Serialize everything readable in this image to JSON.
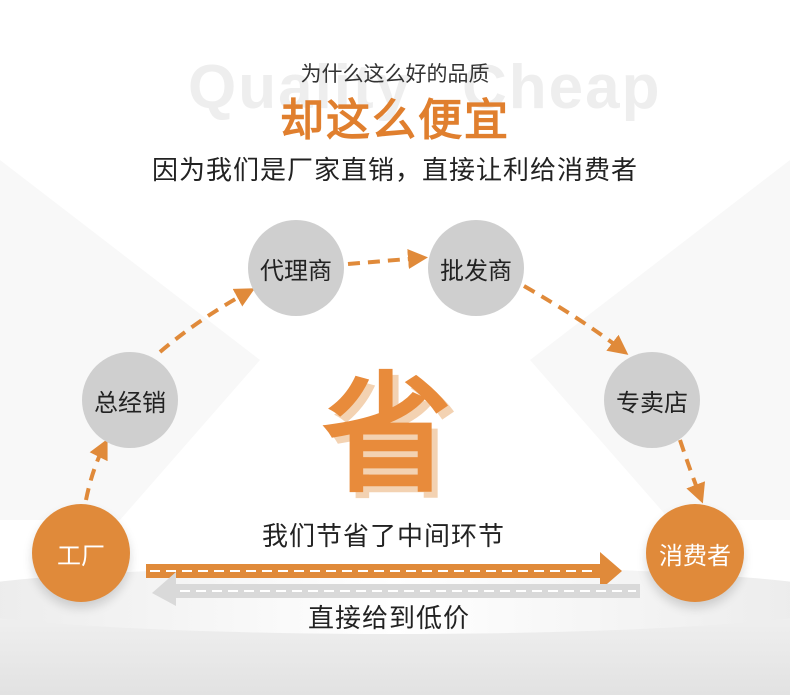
{
  "header": {
    "watermark_left": "Quality",
    "watermark_right": "Cheap",
    "subtitle": "为什么这么好的品质",
    "title": "却这么便宜",
    "slogan": "因为我们是厂家直销，直接让利给消费者"
  },
  "nodes": {
    "factory": "工厂",
    "distributor": "总经销",
    "agent": "代理商",
    "wholesaler": "批发商",
    "retailer": "专卖店",
    "consumer": "消费者"
  },
  "center_char": "省",
  "arrows": {
    "top_label": "我们节省了中间环节",
    "bottom_label": "直接给到低价"
  },
  "colors": {
    "accent": "#e08a3a",
    "node_gray": "#cfcfcf",
    "arrow_gray": "#d9d9d9"
  }
}
